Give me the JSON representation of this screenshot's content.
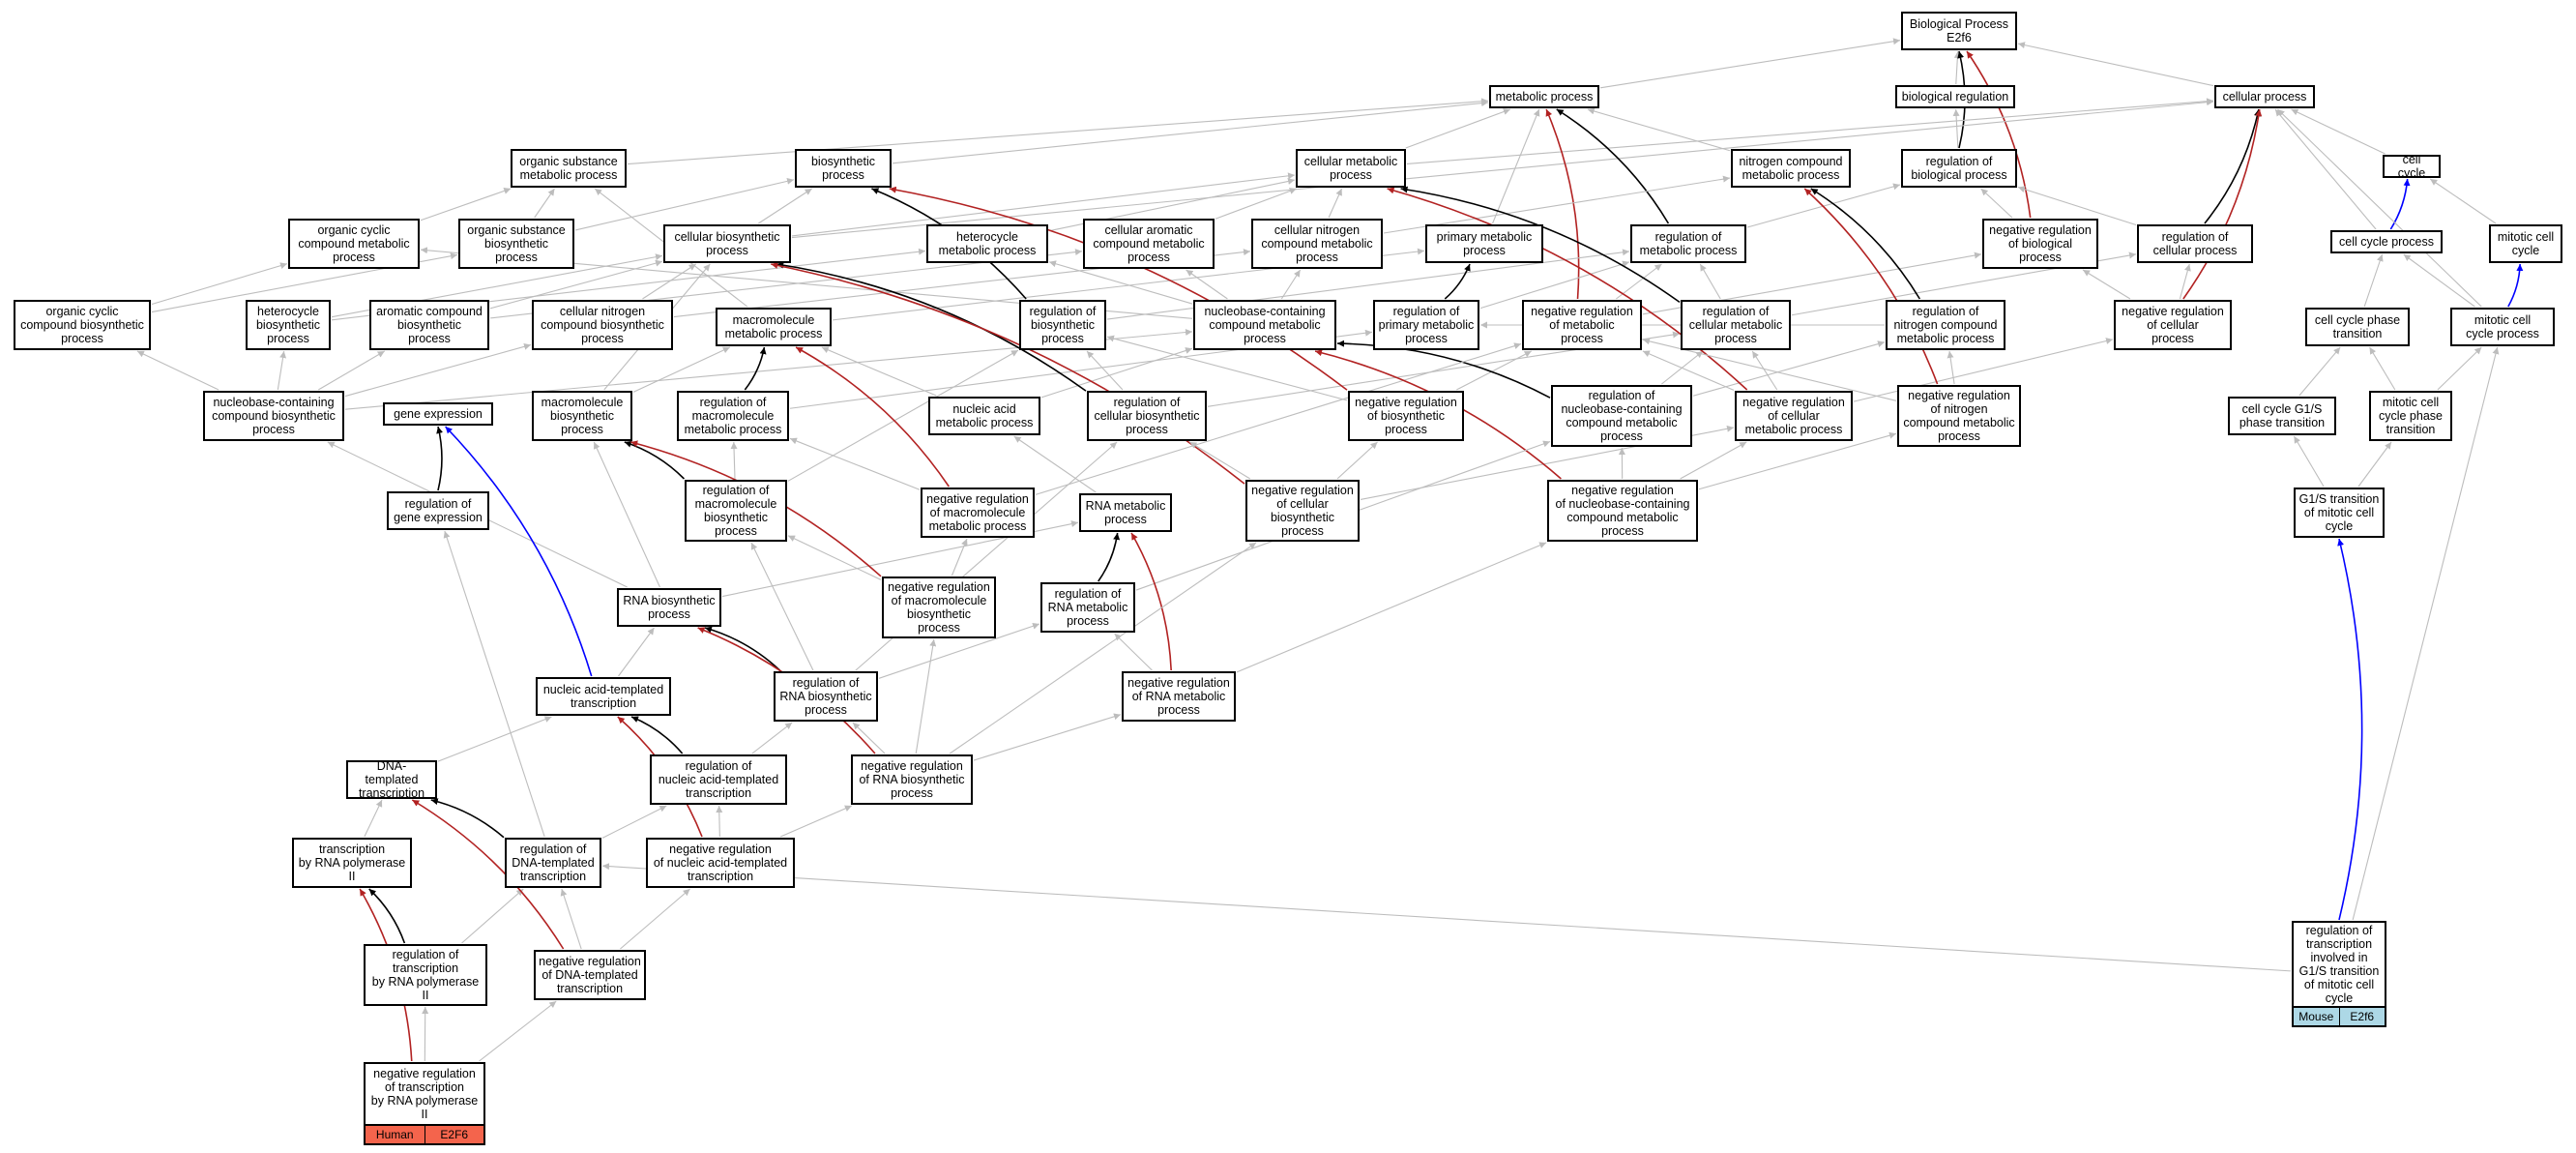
{
  "legend_colors": {
    "is_a": "#bdbdbd",
    "regulates": "#000000",
    "negatively_regulates": "#b22222",
    "part_of": "#0000ff"
  },
  "nodes": [
    {
      "id": "root",
      "label": "Biological Process\nE2f6"
    },
    {
      "id": "metab",
      "label": "metabolic process"
    },
    {
      "id": "bioreg",
      "label": "biological regulation"
    },
    {
      "id": "cellproc",
      "label": "cellular process"
    },
    {
      "id": "orgsub",
      "label": "organic substance\nmetabolic process"
    },
    {
      "id": "biosyn",
      "label": "biosynthetic\nprocess"
    },
    {
      "id": "cellmetab",
      "label": "cellular metabolic\nprocess"
    },
    {
      "id": "nitro",
      "label": "nitrogen compound\nmetabolic process"
    },
    {
      "id": "regbio",
      "label": "regulation of\nbiological process"
    },
    {
      "id": "cellcycle",
      "label": "cell cycle"
    },
    {
      "id": "orgcyc",
      "label": "organic cyclic\ncompound metabolic\nprocess"
    },
    {
      "id": "orgsubbio",
      "label": "organic substance\nbiosynthetic\nprocess"
    },
    {
      "id": "cellbio",
      "label": "cellular biosynthetic\nprocess"
    },
    {
      "id": "hetero",
      "label": "heterocycle\nmetabolic process"
    },
    {
      "id": "cellarom",
      "label": "cellular aromatic\ncompound metabolic\nprocess"
    },
    {
      "id": "cellnitro",
      "label": "cellular nitrogen\ncompound metabolic\nprocess"
    },
    {
      "id": "primmetab",
      "label": "primary metabolic\nprocess"
    },
    {
      "id": "regmetab",
      "label": "regulation of\nmetabolic process"
    },
    {
      "id": "negregbio",
      "label": "negative regulation\nof biological\nprocess"
    },
    {
      "id": "regcell",
      "label": "regulation of\ncellular process"
    },
    {
      "id": "ccproc",
      "label": "cell cycle process"
    },
    {
      "id": "mitcc",
      "label": "mitotic cell\ncycle"
    },
    {
      "id": "orgcycbio",
      "label": "organic cyclic\ncompound biosynthetic\nprocess"
    },
    {
      "id": "heterobio",
      "label": "heterocycle\nbiosynthetic\nprocess"
    },
    {
      "id": "arombio",
      "label": "aromatic compound\nbiosynthetic\nprocess"
    },
    {
      "id": "cellnitrobio",
      "label": "cellular nitrogen\ncompound biosynthetic\nprocess"
    },
    {
      "id": "macro",
      "label": "macromolecule\nmetabolic process"
    },
    {
      "id": "regbiosyn",
      "label": "regulation of\nbiosynthetic\nprocess"
    },
    {
      "id": "nucbase",
      "label": "nucleobase-containing\ncompound metabolic\nprocess"
    },
    {
      "id": "regprim",
      "label": "regulation of\nprimary metabolic\nprocess"
    },
    {
      "id": "negregmetab",
      "label": "negative regulation\nof metabolic\nprocess"
    },
    {
      "id": "regcellmetab",
      "label": "regulation of\ncellular metabolic\nprocess"
    },
    {
      "id": "regnitro",
      "label": "regulation of\nnitrogen compound\nmetabolic process"
    },
    {
      "id": "negregcell",
      "label": "negative regulation\nof cellular\nprocess"
    },
    {
      "id": "ccphase",
      "label": "cell cycle phase\ntransition"
    },
    {
      "id": "mitccproc",
      "label": "mitotic cell\ncycle process"
    },
    {
      "id": "nucbasebio",
      "label": "nucleobase-containing\ncompound biosynthetic\nprocess"
    },
    {
      "id": "geneexp",
      "label": "gene expression"
    },
    {
      "id": "macrobio",
      "label": "macromolecule\nbiosynthetic\nprocess"
    },
    {
      "id": "regmacro",
      "label": "regulation of\nmacromolecule\nmetabolic process"
    },
    {
      "id": "nucacid",
      "label": "nucleic acid\nmetabolic process"
    },
    {
      "id": "regcellbio",
      "label": "regulation of\ncellular biosynthetic\nprocess"
    },
    {
      "id": "negregbiosyn",
      "label": "negative regulation\nof biosynthetic\nprocess"
    },
    {
      "id": "regnucbase",
      "label": "regulation of\nnucleobase-containing\ncompound metabolic\nprocess"
    },
    {
      "id": "negregcellmetab",
      "label": "negative regulation\nof cellular\nmetabolic process"
    },
    {
      "id": "negregnitro",
      "label": "negative regulation\nof nitrogen\ncompound metabolic\nprocess"
    },
    {
      "id": "ccg1s",
      "label": "cell cycle G1/S\nphase transition"
    },
    {
      "id": "mitccphase",
      "label": "mitotic cell\ncycle phase\ntransition"
    },
    {
      "id": "reggene",
      "label": "regulation of\ngene expression"
    },
    {
      "id": "regmacrobio",
      "label": "regulation of\nmacromolecule\nbiosynthetic\nprocess"
    },
    {
      "id": "negregmacro",
      "label": "negative regulation\nof macromolecule\nmetabolic process"
    },
    {
      "id": "rnametab",
      "label": "RNA metabolic\nprocess"
    },
    {
      "id": "negregcellbio",
      "label": "negative regulation\nof cellular\nbiosynthetic\nprocess"
    },
    {
      "id": "negregnucbase",
      "label": "negative regulation\nof nucleobase-containing\ncompound metabolic\nprocess"
    },
    {
      "id": "g1smit",
      "label": "G1/S transition\nof mitotic cell\ncycle"
    },
    {
      "id": "rnabio",
      "label": "RNA biosynthetic\nprocess"
    },
    {
      "id": "negregmacrobio",
      "label": "negative regulation\nof macromolecule\nbiosynthetic\nprocess"
    },
    {
      "id": "regrnametab",
      "label": "regulation of\nRNA metabolic\nprocess"
    },
    {
      "id": "nattrans",
      "label": "nucleic acid-templated\ntranscription"
    },
    {
      "id": "regrnabio",
      "label": "regulation of\nRNA biosynthetic\nprocess"
    },
    {
      "id": "negregrnametab",
      "label": "negative regulation\nof RNA metabolic\nprocess"
    },
    {
      "id": "regnat",
      "label": "regulation of\nnucleic acid-templated\ntranscription"
    },
    {
      "id": "negregrnabio",
      "label": "negative regulation\nof RNA biosynthetic\nprocess"
    },
    {
      "id": "dnatrans",
      "label": "DNA-templated\ntranscription"
    },
    {
      "id": "trpol2",
      "label": "transcription\nby RNA polymerase\nII"
    },
    {
      "id": "regdna",
      "label": "regulation of\nDNA-templated\ntranscription"
    },
    {
      "id": "negregnat",
      "label": "negative regulation\nof nucleic acid-templated\ntranscription"
    },
    {
      "id": "regtrpol2",
      "label": "regulation of\ntranscription\nby RNA polymerase\nII"
    },
    {
      "id": "negregdna",
      "label": "negative regulation\nof DNA-templated\ntranscription"
    },
    {
      "id": "mouse",
      "label": "regulation of\ntranscription\ninvolved in\nG1/S transition\nof mitotic cell\ncycle",
      "tags": [
        {
          "text": "Mouse",
          "color": "#add8e6"
        },
        {
          "text": "E2f6",
          "color": "#add8e6"
        }
      ]
    },
    {
      "id": "human",
      "label": "negative regulation\nof transcription\nby RNA polymerase\nII",
      "tags": [
        {
          "text": "Human",
          "color": "#f4644c"
        },
        {
          "text": "E2F6",
          "color": "#f4644c"
        }
      ]
    }
  ],
  "edges": [
    [
      "metab",
      "root",
      "is_a"
    ],
    [
      "bioreg",
      "root",
      "is_a"
    ],
    [
      "cellproc",
      "root",
      "is_a"
    ],
    [
      "regbio",
      "bioreg",
      "is_a"
    ],
    [
      "regbio",
      "root",
      "regulates"
    ],
    [
      "negregbio",
      "root",
      "negatively_regulates"
    ],
    [
      "orgsub",
      "metab",
      "is_a"
    ],
    [
      "cellmetab",
      "metab",
      "is_a"
    ],
    [
      "nitro",
      "metab",
      "is_a"
    ],
    [
      "primmetab",
      "metab",
      "is_a"
    ],
    [
      "cellmetab",
      "cellproc",
      "is_a"
    ],
    [
      "biosyn",
      "metab",
      "is_a"
    ],
    [
      "cellbio",
      "cellproc",
      "is_a"
    ],
    [
      "regmetab",
      "metab",
      "regulates"
    ],
    [
      "negregmetab",
      "metab",
      "negatively_regulates"
    ],
    [
      "regcell",
      "cellproc",
      "regulates"
    ],
    [
      "negregcell",
      "cellproc",
      "negatively_regulates"
    ],
    [
      "cellcycle",
      "cellproc",
      "is_a"
    ],
    [
      "ccproc",
      "cellcycle",
      "part_of"
    ],
    [
      "ccproc",
      "cellproc",
      "is_a"
    ],
    [
      "mitcc",
      "cellcycle",
      "is_a"
    ],
    [
      "mitccproc",
      "mitcc",
      "part_of"
    ],
    [
      "mitccproc",
      "ccproc",
      "is_a"
    ],
    [
      "regmetab",
      "regbio",
      "is_a"
    ],
    [
      "regcell",
      "regbio",
      "is_a"
    ],
    [
      "negregbio",
      "regbio",
      "is_a"
    ],
    [
      "negregcell",
      "regcell",
      "is_a"
    ],
    [
      "negregcell",
      "negregbio",
      "is_a"
    ],
    [
      "orgcyc",
      "orgsub",
      "is_a"
    ],
    [
      "orgsubbio",
      "orgsub",
      "is_a"
    ],
    [
      "orgsubbio",
      "biosyn",
      "is_a"
    ],
    [
      "cellbio",
      "biosyn",
      "is_a"
    ],
    [
      "cellbio",
      "cellmetab",
      "is_a"
    ],
    [
      "hetero",
      "cellmetab",
      "is_a"
    ],
    [
      "cellarom",
      "cellmetab",
      "is_a"
    ],
    [
      "cellnitro",
      "cellmetab",
      "is_a"
    ],
    [
      "cellnitro",
      "nitro",
      "is_a"
    ],
    [
      "orgcycbio",
      "orgcyc",
      "is_a"
    ],
    [
      "orgcycbio",
      "orgsubbio",
      "is_a"
    ],
    [
      "heterobio",
      "hetero",
      "is_a"
    ],
    [
      "heterobio",
      "cellbio",
      "is_a"
    ],
    [
      "arombio",
      "cellarom",
      "is_a"
    ],
    [
      "arombio",
      "cellbio",
      "is_a"
    ],
    [
      "cellnitrobio",
      "cellnitro",
      "is_a"
    ],
    [
      "cellnitrobio",
      "cellbio",
      "is_a"
    ],
    [
      "macro",
      "orgsub",
      "is_a"
    ],
    [
      "macro",
      "primmetab",
      "is_a"
    ],
    [
      "regbiosyn",
      "biosyn",
      "regulates"
    ],
    [
      "regbiosyn",
      "regmetab",
      "is_a"
    ],
    [
      "nucbase",
      "cellnitro",
      "is_a"
    ],
    [
      "nucbase",
      "hetero",
      "is_a"
    ],
    [
      "nucbase",
      "cellarom",
      "is_a"
    ],
    [
      "nucbase",
      "orgcyc",
      "is_a"
    ],
    [
      "regprim",
      "primmetab",
      "regulates"
    ],
    [
      "regprim",
      "regmetab",
      "is_a"
    ],
    [
      "negregmetab",
      "regmetab",
      "is_a"
    ],
    [
      "negregmetab",
      "negregbio",
      "is_a"
    ],
    [
      "regcellmetab",
      "cellmetab",
      "regulates"
    ],
    [
      "regcellmetab",
      "regmetab",
      "is_a"
    ],
    [
      "regcellmetab",
      "regcell",
      "is_a"
    ],
    [
      "regnitro",
      "nitro",
      "regulates"
    ],
    [
      "regnitro",
      "regprim",
      "is_a"
    ],
    [
      "ccphase",
      "ccproc",
      "is_a"
    ],
    [
      "mitccproc",
      "cellproc",
      "is_a"
    ],
    [
      "nucbasebio",
      "orgcycbio",
      "is_a"
    ],
    [
      "nucbasebio",
      "heterobio",
      "is_a"
    ],
    [
      "nucbasebio",
      "arombio",
      "is_a"
    ],
    [
      "nucbasebio",
      "cellnitrobio",
      "is_a"
    ],
    [
      "nucbasebio",
      "nucbase",
      "is_a"
    ],
    [
      "reggene",
      "geneexp",
      "regulates"
    ],
    [
      "macrobio",
      "macro",
      "is_a"
    ],
    [
      "macrobio",
      "cellbio",
      "is_a"
    ],
    [
      "regmacro",
      "macro",
      "regulates"
    ],
    [
      "regmacro",
      "regprim",
      "is_a"
    ],
    [
      "nucacid",
      "nucbase",
      "is_a"
    ],
    [
      "nucacid",
      "macro",
      "is_a"
    ],
    [
      "regcellbio",
      "cellbio",
      "regulates"
    ],
    [
      "regcellbio",
      "regbiosyn",
      "is_a"
    ],
    [
      "regcellbio",
      "regcellmetab",
      "is_a"
    ],
    [
      "negregbiosyn",
      "biosyn",
      "negatively_regulates"
    ],
    [
      "negregbiosyn",
      "regbiosyn",
      "is_a"
    ],
    [
      "negregbiosyn",
      "negregmetab",
      "is_a"
    ],
    [
      "regnucbase",
      "nucbase",
      "regulates"
    ],
    [
      "regnucbase",
      "regcellmetab",
      "is_a"
    ],
    [
      "regnucbase",
      "regnitro",
      "is_a"
    ],
    [
      "negregcellmetab",
      "cellmetab",
      "negatively_regulates"
    ],
    [
      "negregcellmetab",
      "regcellmetab",
      "is_a"
    ],
    [
      "negregcellmetab",
      "negregcell",
      "is_a"
    ],
    [
      "negregcellmetab",
      "negregmetab",
      "is_a"
    ],
    [
      "negregnitro",
      "nitro",
      "negatively_regulates"
    ],
    [
      "negregnitro",
      "regnitro",
      "is_a"
    ],
    [
      "negregnitro",
      "negregmetab",
      "is_a"
    ],
    [
      "ccg1s",
      "ccphase",
      "is_a"
    ],
    [
      "mitccphase",
      "ccphase",
      "is_a"
    ],
    [
      "mitccphase",
      "mitccproc",
      "is_a"
    ],
    [
      "regmacrobio",
      "macrobio",
      "regulates"
    ],
    [
      "regmacrobio",
      "regmacro",
      "is_a"
    ],
    [
      "regmacrobio",
      "regbiosyn",
      "is_a"
    ],
    [
      "negregmacro",
      "macro",
      "negatively_regulates"
    ],
    [
      "negregmacro",
      "regmacro",
      "is_a"
    ],
    [
      "negregmacro",
      "negregmetab",
      "is_a"
    ],
    [
      "rnametab",
      "nucacid",
      "is_a"
    ],
    [
      "negregcellbio",
      "cellbio",
      "negatively_regulates"
    ],
    [
      "negregcellbio",
      "regcellbio",
      "is_a"
    ],
    [
      "negregcellbio",
      "negregbiosyn",
      "is_a"
    ],
    [
      "negregcellbio",
      "negregcellmetab",
      "is_a"
    ],
    [
      "negregnucbase",
      "nucbase",
      "negatively_regulates"
    ],
    [
      "negregnucbase",
      "regnucbase",
      "is_a"
    ],
    [
      "negregnucbase",
      "negregnitro",
      "is_a"
    ],
    [
      "negregnucbase",
      "negregcellmetab",
      "is_a"
    ],
    [
      "g1smit",
      "ccg1s",
      "is_a"
    ],
    [
      "g1smit",
      "mitccphase",
      "is_a"
    ],
    [
      "rnabio",
      "nucbasebio",
      "is_a"
    ],
    [
      "rnabio",
      "macrobio",
      "is_a"
    ],
    [
      "rnabio",
      "rnametab",
      "is_a"
    ],
    [
      "negregmacrobio",
      "macrobio",
      "negatively_regulates"
    ],
    [
      "negregmacrobio",
      "regmacrobio",
      "is_a"
    ],
    [
      "negregmacrobio",
      "negregmacro",
      "is_a"
    ],
    [
      "regrnametab",
      "rnametab",
      "regulates"
    ],
    [
      "regrnametab",
      "regnucbase",
      "is_a"
    ],
    [
      "nattrans",
      "geneexp",
      "part_of"
    ],
    [
      "nattrans",
      "rnabio",
      "is_a"
    ],
    [
      "regrnabio",
      "rnabio",
      "regulates"
    ],
    [
      "regrnabio",
      "regrnametab",
      "is_a"
    ],
    [
      "regrnabio",
      "regcellbio",
      "is_a"
    ],
    [
      "regrnabio",
      "regmacrobio",
      "is_a"
    ],
    [
      "negregrnametab",
      "rnametab",
      "negatively_regulates"
    ],
    [
      "negregrnametab",
      "regrnametab",
      "is_a"
    ],
    [
      "negregrnametab",
      "negregnucbase",
      "is_a"
    ],
    [
      "regnat",
      "nattrans",
      "regulates"
    ],
    [
      "regnat",
      "regrnabio",
      "is_a"
    ],
    [
      "negregrnabio",
      "rnabio",
      "negatively_regulates"
    ],
    [
      "negregrnabio",
      "regrnabio",
      "is_a"
    ],
    [
      "negregrnabio",
      "negregrnametab",
      "is_a"
    ],
    [
      "negregrnabio",
      "negregmacrobio",
      "is_a"
    ],
    [
      "negregrnabio",
      "negregcellbio",
      "is_a"
    ],
    [
      "dnatrans",
      "nattrans",
      "is_a"
    ],
    [
      "trpol2",
      "dnatrans",
      "is_a"
    ],
    [
      "regdna",
      "dnatrans",
      "regulates"
    ],
    [
      "regdna",
      "regnat",
      "is_a"
    ],
    [
      "regdna",
      "reggene",
      "is_a"
    ],
    [
      "negregnat",
      "nattrans",
      "negatively_regulates"
    ],
    [
      "negregnat",
      "regnat",
      "is_a"
    ],
    [
      "negregnat",
      "negregrnabio",
      "is_a"
    ],
    [
      "regtrpol2",
      "trpol2",
      "regulates"
    ],
    [
      "regtrpol2",
      "regdna",
      "is_a"
    ],
    [
      "negregdna",
      "dnatrans",
      "negatively_regulates"
    ],
    [
      "negregdna",
      "regdna",
      "is_a"
    ],
    [
      "negregdna",
      "negregnat",
      "is_a"
    ],
    [
      "mouse",
      "g1smit",
      "part_of"
    ],
    [
      "mouse",
      "regdna",
      "is_a"
    ],
    [
      "mouse",
      "mitccproc",
      "is_a"
    ],
    [
      "human",
      "trpol2",
      "negatively_regulates"
    ],
    [
      "human",
      "regtrpol2",
      "is_a"
    ],
    [
      "human",
      "negregdna",
      "is_a"
    ]
  ]
}
